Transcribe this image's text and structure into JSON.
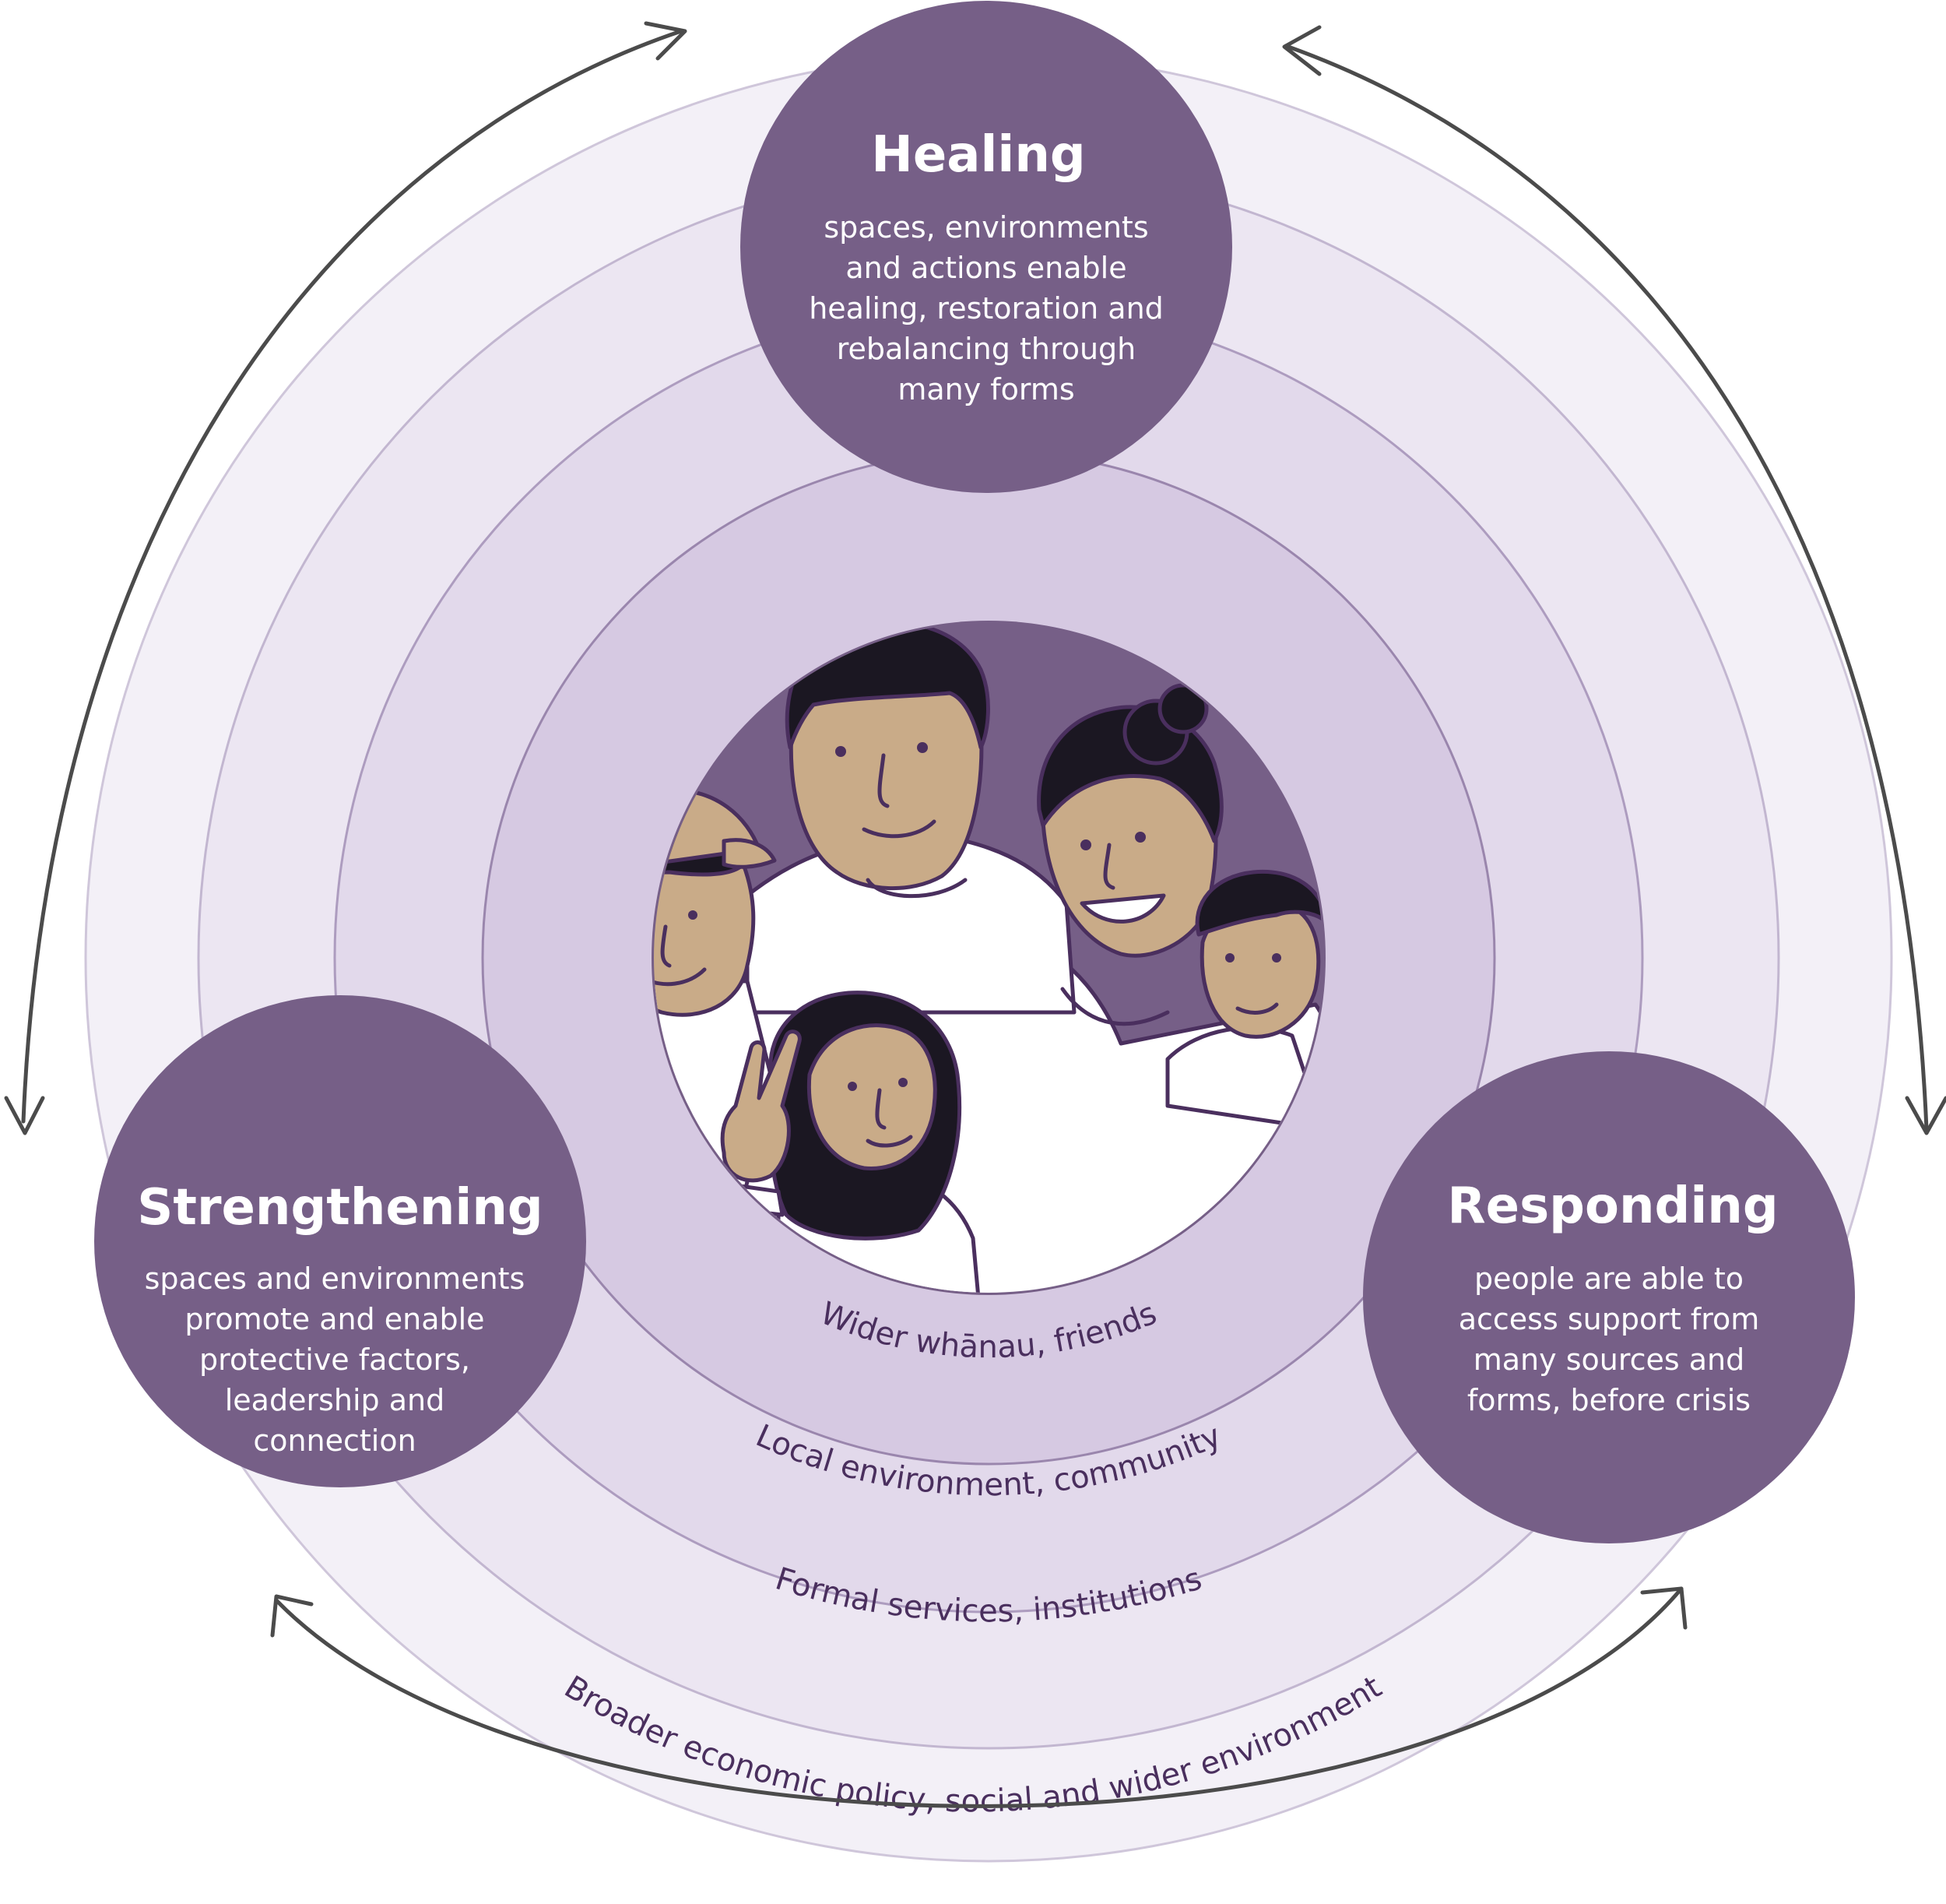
{
  "colors": {
    "ring_outer": "#f3f0f7",
    "ring_2": "#ece6f2",
    "ring_3": "#e2d9eb",
    "ring_4": "#d6c9e2",
    "ring_inner": "#765f87",
    "node": "#765f87",
    "skin": "#c9ab88",
    "hair": "#1b1722",
    "arrow": "#4b4b4b"
  },
  "rings": [
    {
      "label": "Wider whānau, friends"
    },
    {
      "label": "Local environment, community"
    },
    {
      "label": "Formal services, institutions"
    },
    {
      "label": "Broader economic policy, social and wider environment"
    }
  ],
  "nodes": {
    "healing": {
      "title": "Healing",
      "lines": [
        "spaces, environments",
        "and actions enable",
        "healing, restoration and",
        "rebalancing through",
        "many forms"
      ]
    },
    "strengthening": {
      "title": "Strengthening",
      "lines": [
        "spaces and environments",
        "promote and enable",
        "protective factors,",
        "leadership and",
        "connection"
      ]
    },
    "responding": {
      "title": "Responding",
      "lines": [
        "people are able to",
        "access support from",
        "many sources and",
        "forms, before crisis"
      ]
    }
  },
  "illustration": {
    "icon": "family-illustration-icon"
  }
}
